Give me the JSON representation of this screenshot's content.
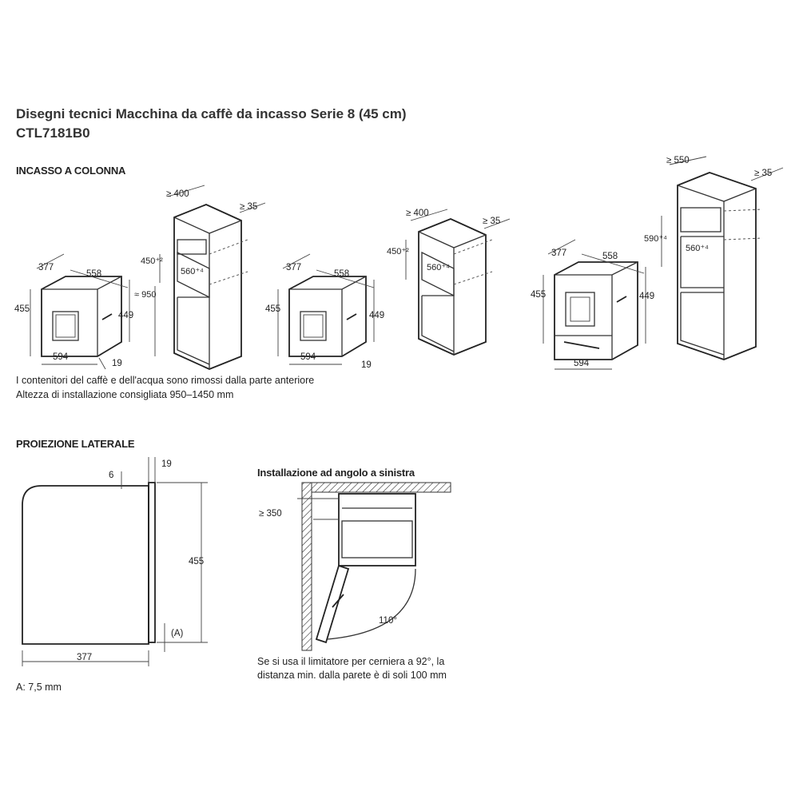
{
  "header": {
    "title_line1": "Disegni tecnici Macchina da caffè da incasso Serie 8 (45 cm)",
    "title_line2": "CTL7181B0"
  },
  "column": {
    "heading": "INCASSO A COLONNA",
    "notes": [
      "I contenitori del caffè e dell'acqua sono rimossi dalla parte anteriore",
      "Altezza di installazione consigliata 950–1450 mm"
    ],
    "appliance_dims": {
      "depth": "377",
      "width_top": "558",
      "height": "455",
      "height_inner": "449",
      "width_bottom": "594",
      "front": "19"
    },
    "cabinet1": {
      "depth": "≥ 400",
      "gap": "≥ 35",
      "niche_h": "450⁺²",
      "niche_w": "560⁺⁴",
      "install_h": "≈ 950"
    },
    "cabinet2": {
      "depth": "≥ 400",
      "gap": "≥ 35",
      "niche_h": "450⁺²",
      "niche_w": "560⁺⁴"
    },
    "cabinet3": {
      "depth": "≥ 550",
      "gap": "≥ 35",
      "niche_h": "590⁺⁴",
      "niche_w": "560⁺⁴"
    }
  },
  "side": {
    "heading": "PROIEZIONE LATERALE",
    "dim_6": "6",
    "dim_19": "19",
    "dim_455": "455",
    "dim_377": "377",
    "marker_a": "(A)",
    "note_a": "A: 7,5 mm"
  },
  "corner": {
    "heading": "Installazione ad angolo a sinistra",
    "min_dist": "≥ 350",
    "angle": "110°",
    "notes": [
      "Se si usa il limitatore per cerniera a 92°, la",
      "distanza min. dalla parete è di soli 100 mm"
    ]
  }
}
